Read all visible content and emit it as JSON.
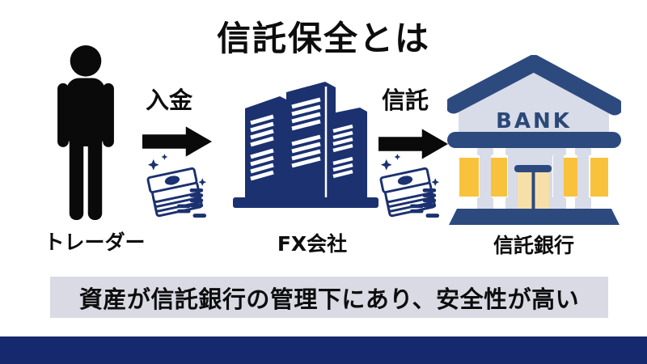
{
  "title": "信託保全とは",
  "entities": {
    "trader": {
      "label": "トレーダー"
    },
    "fx_company": {
      "label": "FX会社"
    },
    "trust_bank": {
      "label": "信託銀行",
      "sign_text": "BANK"
    }
  },
  "arrows": {
    "deposit": {
      "label": "入金"
    },
    "trust": {
      "label": "信託"
    }
  },
  "banner": {
    "text": "資産が信託銀行の管理下にあり、安全性が高い"
  },
  "colors": {
    "black": "#0d0d0d",
    "navy": "#1b3170",
    "bank_navy": "#2c4a7e",
    "bank_text": "#2b4878",
    "lavender": "#d8dbe8",
    "yellow": "#f9c23c",
    "door_cream": "#f7dfa9",
    "banner_bg": "#d9dae4",
    "footer_bar": "#16296e"
  }
}
